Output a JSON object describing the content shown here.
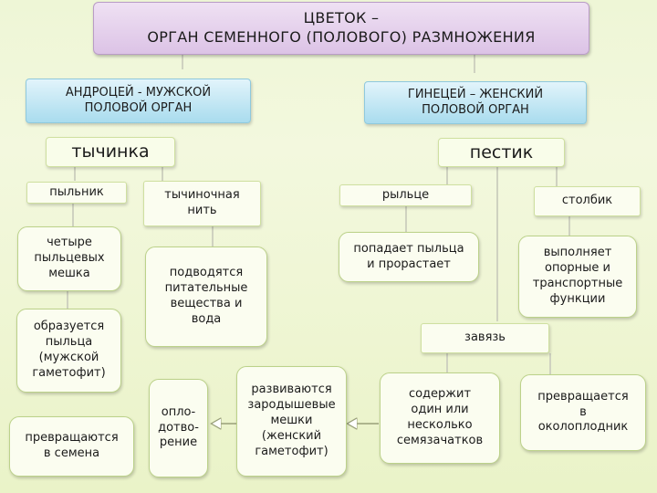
{
  "title": "ЦВЕТОК –\nОРГАН СЕМЕННОГО (ПОЛОВОГО) РАЗМНОЖЕНИЯ",
  "androecium": "АНДРОЦЕЙ - МУЖСКОЙ\nПОЛОВОЙ ОРГАН",
  "gynoecium": "ГИНЕЦЕЙ – ЖЕНСКИЙ\nПОЛОВОЙ ОРГАН",
  "stamen": "тычинка",
  "pistil": "пестик",
  "anther": "пыльник",
  "filament": "тычиночная\nнить",
  "stigma": "рыльце",
  "style": "столбик",
  "four_sacs": "четыре\nпыльцевых\nмешка",
  "nutrients": "подводятся\nпитательные\nвещества и\nвода",
  "pollen_arrives": "попадает пыльца\nи прорастает",
  "style_function": "выполняет\nопорные и\nтранспортные\nфункции",
  "pollen_forms": "образуется\nпыльца\n(мужской\nгаметофит)",
  "ovary": "завязь",
  "become_seeds": "превращаются\nв семена",
  "fertilization": "опло-\nдотво-\nрение",
  "embryo_sacs": "развиваются\nзародышевые\nмешки\n(женский\nгаметофит)",
  "contains_ovules": "содержит\nодин или\nнесколько\nсемязачатков",
  "becomes_pericarp": "превращается\nв\nоколоплодник"
}
